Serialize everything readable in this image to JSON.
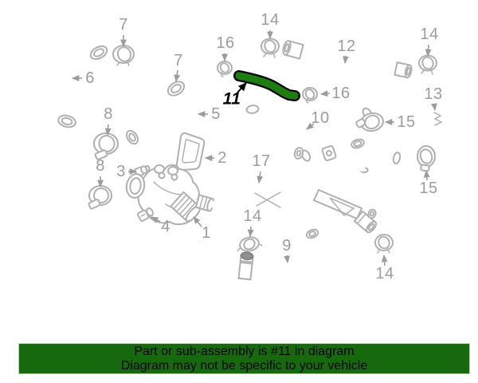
{
  "banner": {
    "line1": "Part or sub-assembly is #11 in diagram",
    "line2": "Diagram may not be specific to your vehicle",
    "background_color": "#17690e",
    "text_color": "#000000"
  },
  "diagram": {
    "type": "exploded-parts-diagram",
    "highlighted_part_number": "11",
    "highlight_color": "#1e7d10",
    "line_color": "#b0b0b0",
    "label_color": "#9c9c9c",
    "callouts": [
      {
        "id": "7-upper-left",
        "number": "7"
      },
      {
        "id": "6",
        "number": "6"
      },
      {
        "id": "7-mid",
        "number": "7"
      },
      {
        "id": "5",
        "number": "5"
      },
      {
        "id": "8-upper",
        "number": "8"
      },
      {
        "id": "8-lower",
        "number": "8"
      },
      {
        "id": "3",
        "number": "3"
      },
      {
        "id": "2",
        "number": "2"
      },
      {
        "id": "1",
        "number": "1"
      },
      {
        "id": "4",
        "number": "4"
      },
      {
        "id": "17",
        "number": "17"
      },
      {
        "id": "14-top-left",
        "number": "14"
      },
      {
        "id": "12",
        "number": "12"
      },
      {
        "id": "14-top-right",
        "number": "14"
      },
      {
        "id": "16-left",
        "number": "16"
      },
      {
        "id": "11-highlighted",
        "number": "11"
      },
      {
        "id": "16-right",
        "number": "16"
      },
      {
        "id": "13",
        "number": "13"
      },
      {
        "id": "15-upper",
        "number": "15"
      },
      {
        "id": "10",
        "number": "10"
      },
      {
        "id": "15-lower",
        "number": "15"
      },
      {
        "id": "14-bottom-left",
        "number": "14"
      },
      {
        "id": "9",
        "number": "9"
      },
      {
        "id": "14-bottom-right",
        "number": "14"
      }
    ]
  }
}
